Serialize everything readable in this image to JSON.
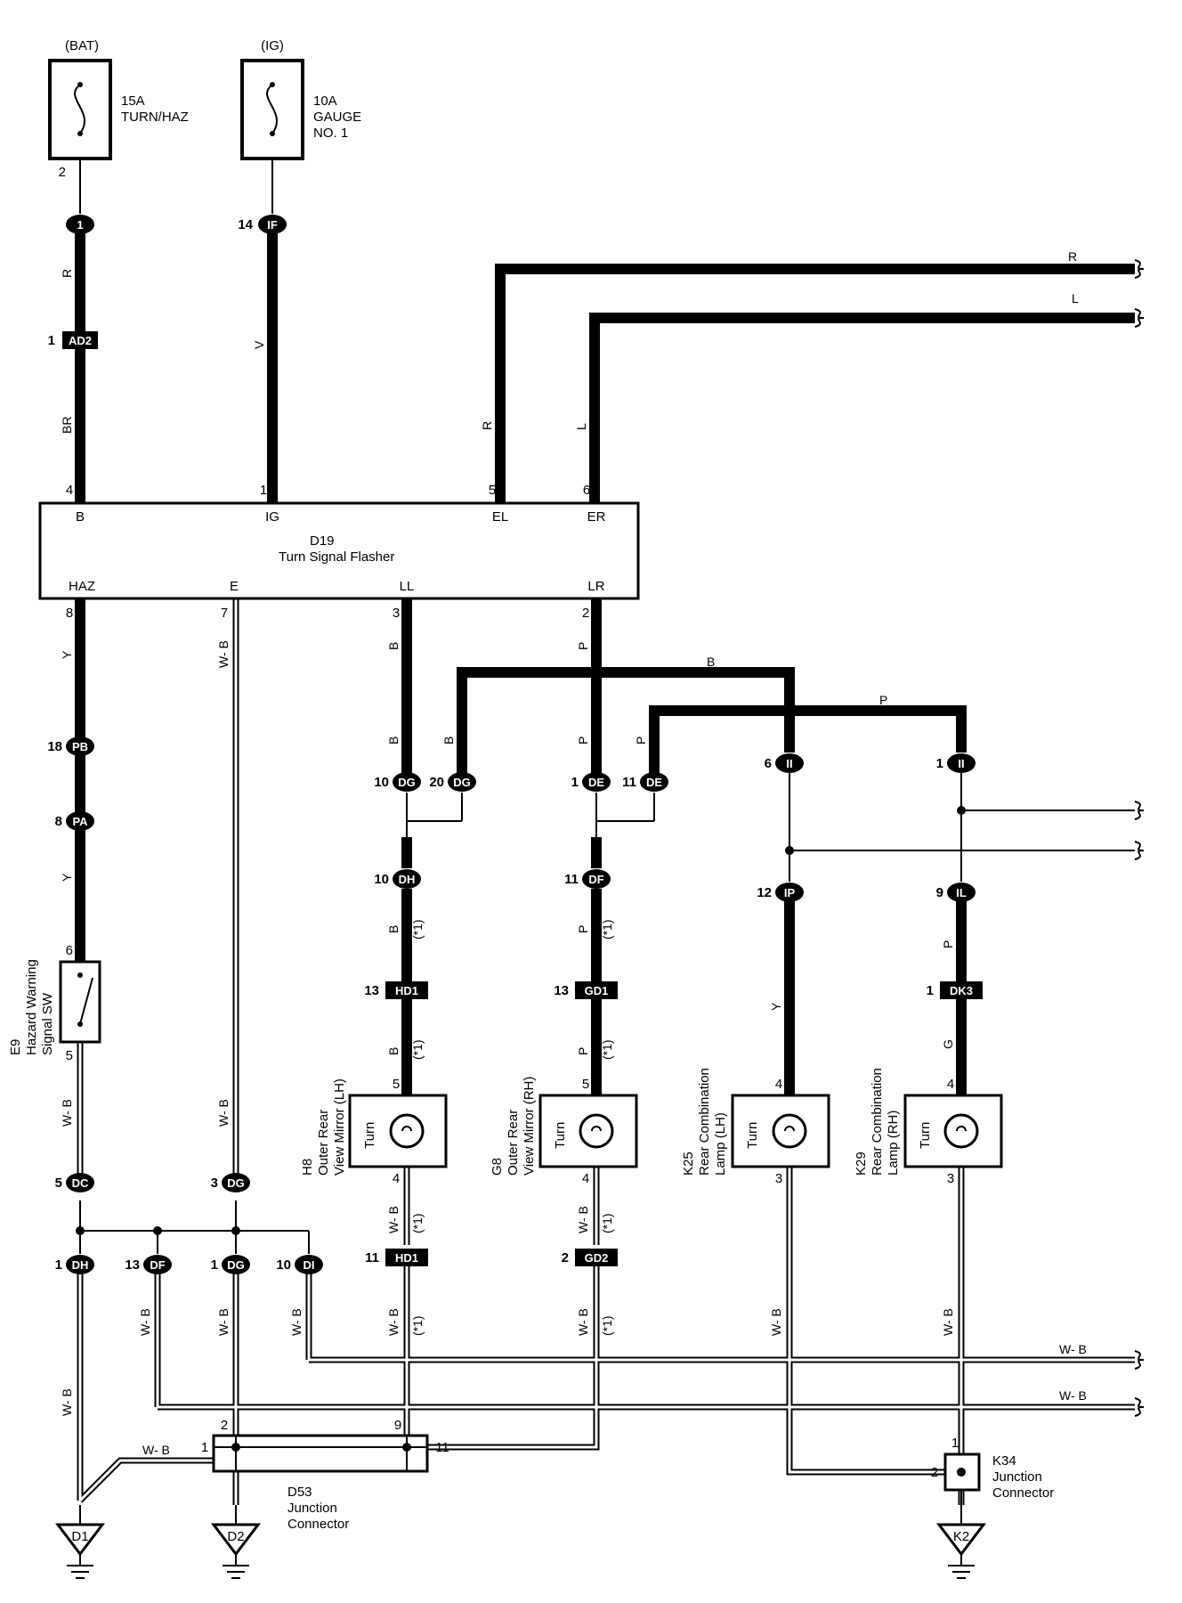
{
  "fuses": [
    {
      "source": "(BAT)",
      "line1": "15A",
      "line2": "TURN/HAZ",
      "line3": "",
      "pin": "2"
    },
    {
      "source": "(IG)",
      "line1": "10A",
      "line2": "GAUGE",
      "line3": "NO. 1",
      "pin": ""
    }
  ],
  "connectors": {
    "c1": {
      "id": "1",
      "pin": ""
    },
    "if": {
      "id": "IF",
      "pin": "14"
    },
    "ad2": {
      "id": "AD2",
      "pin": "1"
    },
    "pb": {
      "id": "PB",
      "pin": "18"
    },
    "pa": {
      "id": "PA",
      "pin": "8"
    },
    "dg10": {
      "id": "DG",
      "pin": "10"
    },
    "dg20": {
      "id": "DG",
      "pin": "20"
    },
    "de1": {
      "id": "DE",
      "pin": "1"
    },
    "de11": {
      "id": "DE",
      "pin": "11"
    },
    "ii6": {
      "id": "II",
      "pin": "6"
    },
    "ii1": {
      "id": "II",
      "pin": "1"
    },
    "dh10": {
      "id": "DH",
      "pin": "10"
    },
    "df11": {
      "id": "DF",
      "pin": "11"
    },
    "ip": {
      "id": "IP",
      "pin": "12"
    },
    "il": {
      "id": "IL",
      "pin": "9"
    },
    "hd1a": {
      "id": "HD1",
      "pin": "13"
    },
    "gd1": {
      "id": "GD1",
      "pin": "13"
    },
    "dk3": {
      "id": "DK3",
      "pin": "1"
    },
    "dc": {
      "id": "DC",
      "pin": "5"
    },
    "dg3": {
      "id": "DG",
      "pin": "3"
    },
    "dh1": {
      "id": "DH",
      "pin": "1"
    },
    "df13": {
      "id": "DF",
      "pin": "13"
    },
    "dg1": {
      "id": "DG",
      "pin": "1"
    },
    "di10": {
      "id": "DI",
      "pin": "10"
    },
    "hd1b": {
      "id": "HD1",
      "pin": "11"
    },
    "gd2": {
      "id": "GD2",
      "pin": "2"
    }
  },
  "flasher": {
    "code": "D19",
    "name": "Turn Signal Flasher",
    "top_terms": [
      {
        "pin": "4",
        "name": "B"
      },
      {
        "pin": "1",
        "name": "IG"
      },
      {
        "pin": "5",
        "name": "EL"
      },
      {
        "pin": "6",
        "name": "ER"
      }
    ],
    "bottom_terms": [
      {
        "pin": "8",
        "name": "HAZ"
      },
      {
        "pin": "7",
        "name": "E"
      },
      {
        "pin": "3",
        "name": "LL"
      },
      {
        "pin": "2",
        "name": "LR"
      }
    ]
  },
  "switch": {
    "code": "E9",
    "line1": "Hazard Warning",
    "line2": "Signal SW",
    "pin_top": "6",
    "pin_bottom": "5"
  },
  "lamps": [
    {
      "code": "H8",
      "line1": "Outer Rear",
      "line2": "View Mirror (LH)",
      "inner": "Turn",
      "pin_top": "5",
      "pin_bottom": "4"
    },
    {
      "code": "G8",
      "line1": "Outer Rear",
      "line2": "View Mirror (RH)",
      "inner": "Turn",
      "pin_top": "5",
      "pin_bottom": "4"
    },
    {
      "code": "K25",
      "line1": "Rear Combination",
      "line2": "Lamp (LH)",
      "inner": "Turn",
      "pin_top": "4",
      "pin_bottom": "3"
    },
    {
      "code": "K29",
      "line1": "Rear Combination",
      "line2": "Lamp (RH)",
      "inner": "Turn",
      "pin_top": "4",
      "pin_bottom": "3"
    }
  ],
  "junctions": [
    {
      "code": "D53",
      "line1": "Junction",
      "line2": "Connector",
      "pin_a": "2",
      "pin_b": "1",
      "pin_c": "9",
      "pin_d": "11"
    },
    {
      "code": "K34",
      "line1": "Junction",
      "line2": "Connector",
      "pin_a": "1",
      "pin_b": "2"
    }
  ],
  "grounds": [
    "D1",
    "D2",
    "K2"
  ],
  "wire_colors": {
    "r": "R",
    "l": "L",
    "br": "BR",
    "v": "V",
    "y": "Y",
    "wb": "W- B",
    "b": "B",
    "p": "P",
    "g": "G",
    "note": "(*1)"
  }
}
